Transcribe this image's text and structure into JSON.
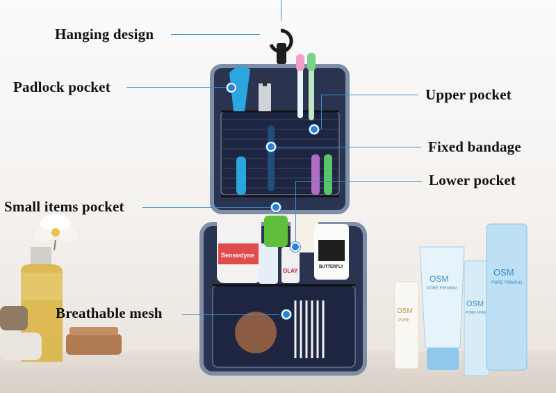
{
  "labels": {
    "hanging_design": "Hanging design",
    "padlock_pocket": "Padlock pocket",
    "upper_pocket": "Upper pocket",
    "fixed_bandage": "Fixed bandage",
    "lower_pocket": "Lower pocket",
    "small_items_pocket": "Small items pocket",
    "breathable_mesh": "Breathable mesh"
  },
  "products": {
    "brand": "OSM",
    "small_bottle_line": "PURE",
    "tube_line": "PORE FIRMING",
    "serum_line": "PORE FIRMING",
    "toner_line": "PORE FIRMING",
    "small_tube_left": "Sensodyne",
    "small_tube_olay": "OLAY",
    "small_tube_butterfly": "BUTTERFLY"
  },
  "colors": {
    "bag": "#2a3450",
    "bag_trim": "#7e8ea8",
    "accent": "#2f7fd6",
    "leader_line": "#3a8fd0",
    "bottle_blue": "#9fd0ee"
  }
}
